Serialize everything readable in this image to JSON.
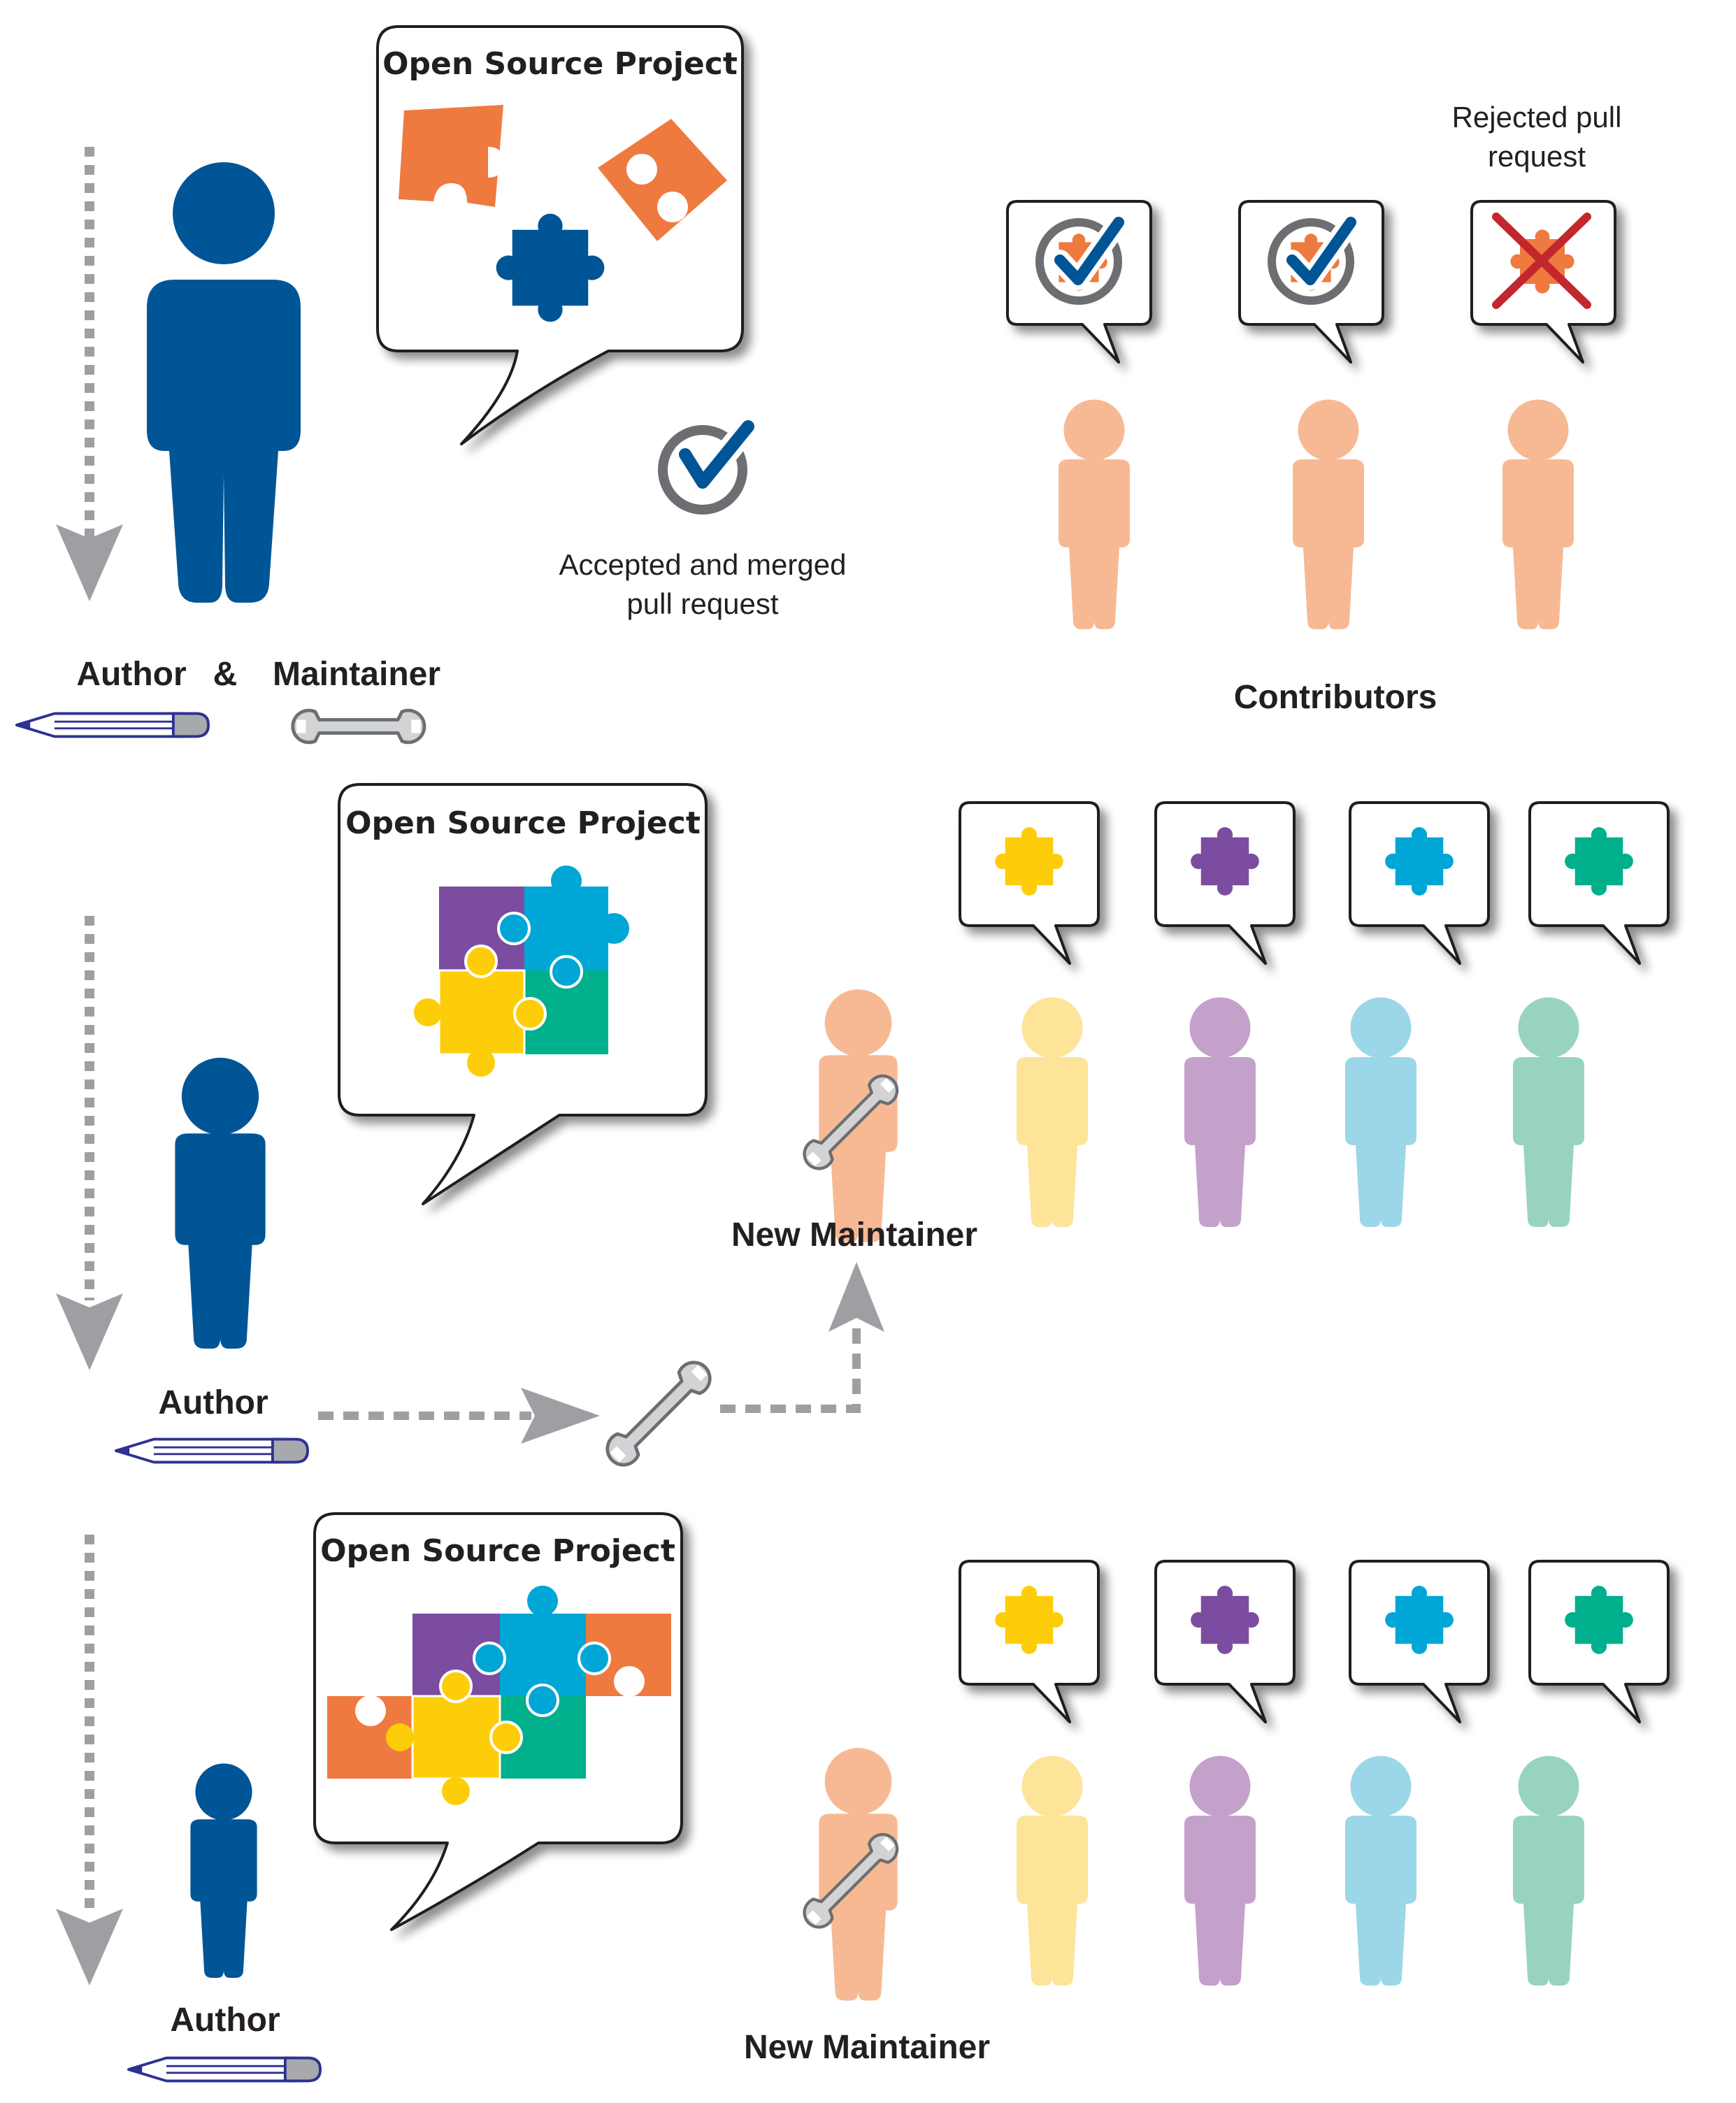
{
  "colors": {
    "author_blue": "#005596",
    "contributor_orange": "#f7b994",
    "puzzle_orange": "#ef7a3f",
    "puzzle_purple": "#7b4c9f",
    "puzzle_cyan": "#00a6d6",
    "puzzle_green": "#00af8c",
    "puzzle_yellow": "#fdcd0a",
    "person_yellow": "#fde498",
    "person_purple": "#c3a1cb",
    "person_cyan": "#9bd7e8",
    "person_green": "#98d3c1",
    "arrow_gray": "#9d9fa2",
    "reject_red": "#c1272d",
    "text": "#231f20"
  },
  "panel1": {
    "bubble_title": "Open Source Project",
    "accepted_caption_line1": "Accepted and merged",
    "accepted_caption_line2": "pull request",
    "rejected_caption_line1": "Rejected pull",
    "rejected_caption_line2": "request",
    "author_label": "Author",
    "amp_label": "&",
    "maintainer_label": "Maintainer",
    "contributors_label": "Contributors",
    "icons": [
      "pencil-icon",
      "wrench-icon",
      "checkmark-icon",
      "x-mark-icon",
      "puzzle-piece-icon",
      "person-icon"
    ]
  },
  "panel2": {
    "bubble_title": "Open Source Project",
    "author_label": "Author",
    "new_maintainer_label": "New Maintainer"
  },
  "panel3": {
    "bubble_title": "Open Source Project",
    "author_label": "Author",
    "new_maintainer_label": "New Maintainer"
  }
}
